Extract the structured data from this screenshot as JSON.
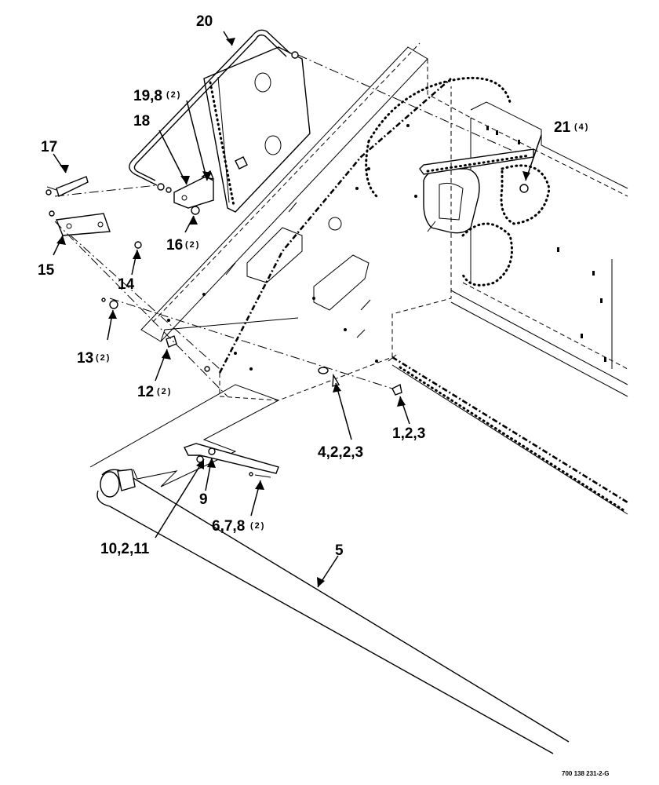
{
  "diagram": {
    "callouts": [
      {
        "id": "c20",
        "label": "20",
        "qty": ""
      },
      {
        "id": "c19",
        "label": "19,8",
        "qty": "(2)"
      },
      {
        "id": "c18",
        "label": "18",
        "qty": ""
      },
      {
        "id": "c17",
        "label": "17",
        "qty": ""
      },
      {
        "id": "c21",
        "label": "21",
        "qty": "(4)"
      },
      {
        "id": "c16",
        "label": "16",
        "qty": "(2)"
      },
      {
        "id": "c15",
        "label": "15",
        "qty": ""
      },
      {
        "id": "c14",
        "label": "14",
        "qty": ""
      },
      {
        "id": "c13",
        "label": "13",
        "qty": "(2)"
      },
      {
        "id": "c12",
        "label": "12",
        "qty": "(2)"
      },
      {
        "id": "c1",
        "label": "1,2,3",
        "qty": ""
      },
      {
        "id": "c4",
        "label": "4,2,2,3",
        "qty": ""
      },
      {
        "id": "c9",
        "label": "9",
        "qty": ""
      },
      {
        "id": "c6",
        "label": "6,7,8",
        "qty": "(2)"
      },
      {
        "id": "c10",
        "label": "10,2,11",
        "qty": ""
      },
      {
        "id": "c5",
        "label": "5",
        "qty": ""
      }
    ],
    "drawing_number": "700 138 231-2-G"
  }
}
